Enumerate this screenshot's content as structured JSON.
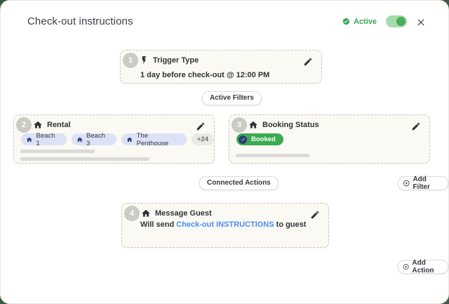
{
  "header": {
    "title": "Check-out instructions",
    "status_label": "Active"
  },
  "trigger_card": {
    "step": "1",
    "title": "Trigger Type",
    "description": "1 day before check-out @ 12:00 PM"
  },
  "section_labels": {
    "active_filters": "Active Filters",
    "connected_actions": "Connected Actions"
  },
  "filter_cards": [
    {
      "step": "2",
      "title": "Rental",
      "chips": [
        {
          "label": "Beach 1"
        },
        {
          "label": "Beach 3"
        },
        {
          "label": "The Penthouse"
        }
      ],
      "more_chip": "+24"
    },
    {
      "step": "3",
      "title": "Booking Status",
      "status_chip": "Booked"
    }
  ],
  "action_card": {
    "step": "4",
    "title": "Message Guest",
    "description_prefix": "Will send ",
    "description_link": "Check-out INSTRUCTIONS",
    "description_suffix": " to guest"
  },
  "buttons": {
    "add_filter": "Add Filter",
    "add_action": "Add Action"
  },
  "colors": {
    "accent_green": "#34A853",
    "toggle_track": "#A5DBAD",
    "toggle_knob": "#4BAE55",
    "card_background": "#FAF9F3",
    "chip_blue_bg": "#DCE2F7",
    "chip_navy": "#2D3E70",
    "booked_green": "#3BAB50",
    "link_blue": "#4D8DF6",
    "backdrop_green": "#3E5A46"
  }
}
